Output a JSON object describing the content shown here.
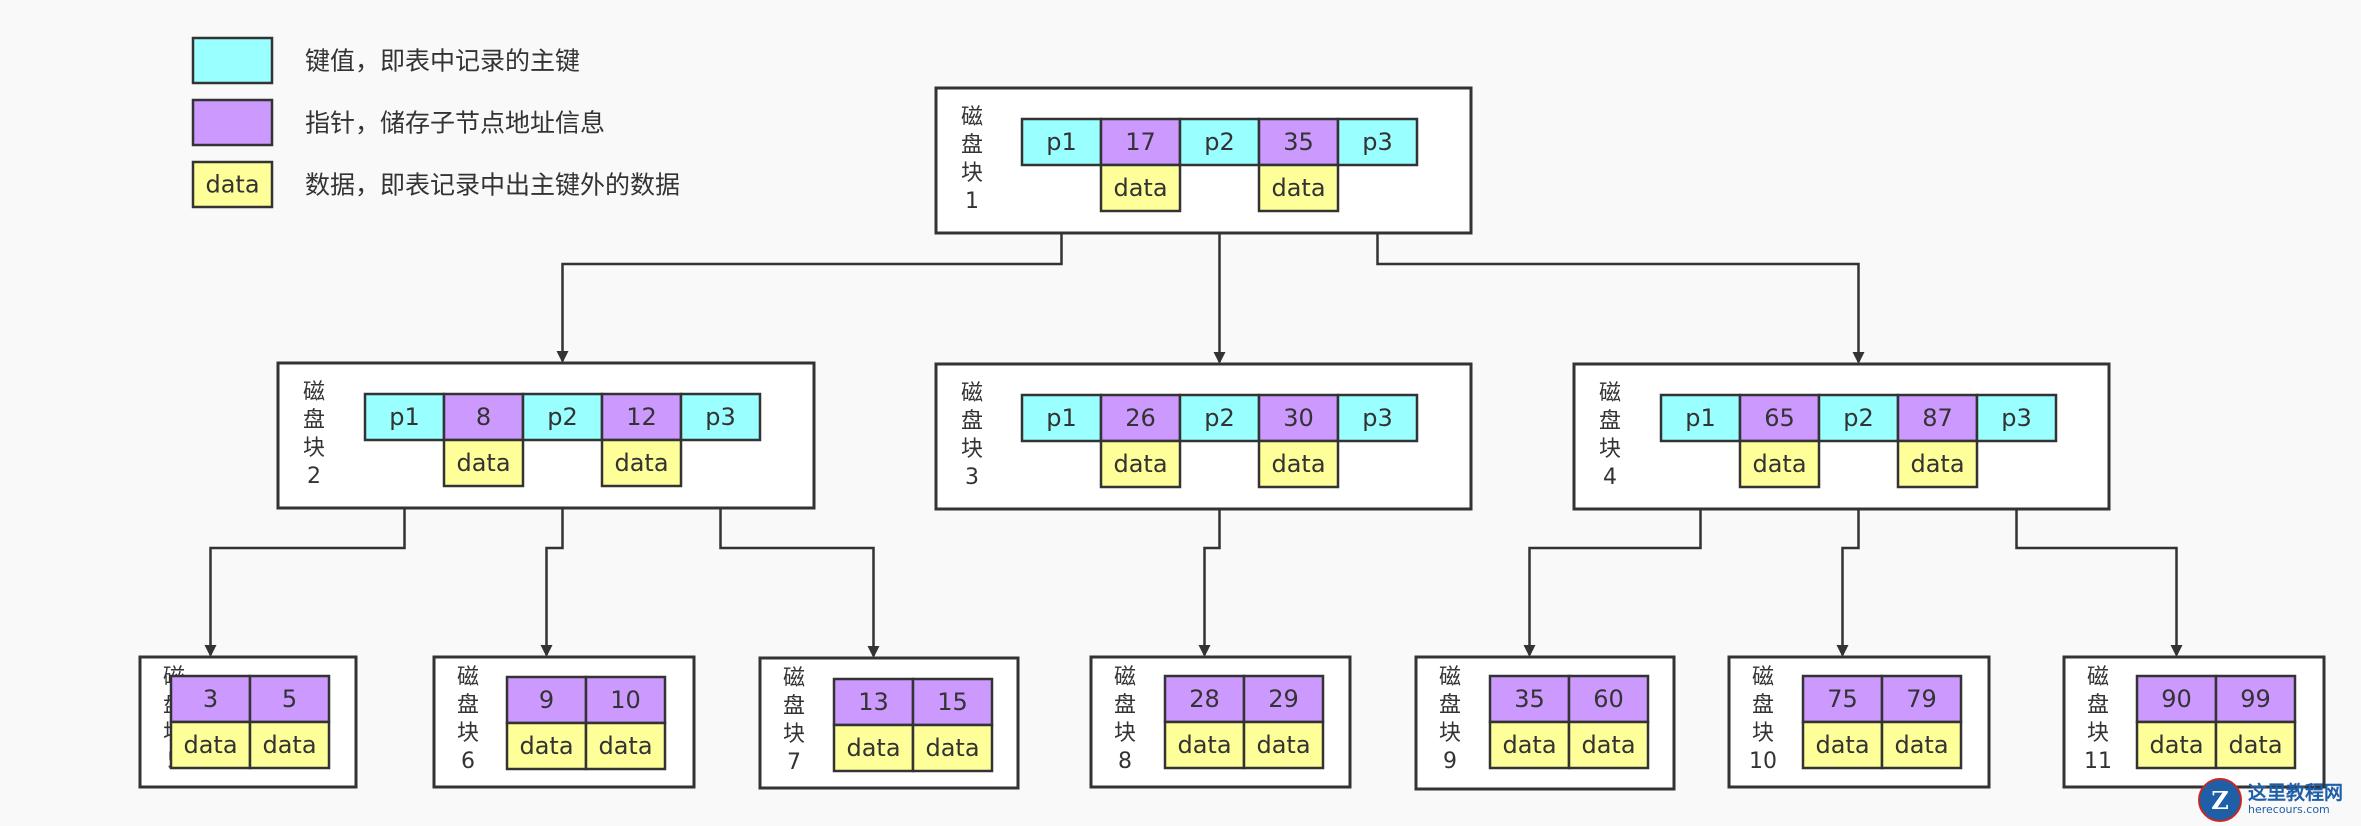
{
  "colors": {
    "key": "#99ffff",
    "pointer": "#cc99ff",
    "data": "#ffff99",
    "border": "#333333",
    "block_border": "#333333",
    "block_fill": "#ffffff",
    "text": "#333333"
  },
  "legend": [
    {
      "kind": "key",
      "swatch_text": "",
      "text": "键值，即表中记录的主键"
    },
    {
      "kind": "pointer",
      "swatch_text": "",
      "text": "指针，储存子节点地址信息"
    },
    {
      "kind": "data",
      "swatch_text": "data",
      "text": "数据，即表记录中出主键外的数据"
    }
  ],
  "internal_nodes": [
    {
      "id": "b1",
      "label": [
        "磁",
        "盘",
        "块",
        "1"
      ],
      "row1": [
        "p1",
        "17",
        "p2",
        "35",
        "p3"
      ],
      "data_label": "data"
    },
    {
      "id": "b2",
      "label": [
        "磁",
        "盘",
        "块",
        "2"
      ],
      "row1": [
        "p1",
        "8",
        "p2",
        "12",
        "p3"
      ],
      "data_label": "data"
    },
    {
      "id": "b3",
      "label": [
        "磁",
        "盘",
        "块",
        "3"
      ],
      "row1": [
        "p1",
        "26",
        "p2",
        "30",
        "p3"
      ],
      "data_label": "data"
    },
    {
      "id": "b4",
      "label": [
        "磁",
        "盘",
        "块",
        "4"
      ],
      "row1": [
        "p1",
        "65",
        "p2",
        "87",
        "p3"
      ],
      "data_label": "data"
    }
  ],
  "leaf_nodes": [
    {
      "id": "b5",
      "label": [
        "磁",
        "盘",
        "块",
        "5"
      ],
      "keys": [
        "3",
        "5"
      ],
      "data": [
        "data",
        "data"
      ]
    },
    {
      "id": "b6",
      "label": [
        "磁",
        "盘",
        "块",
        "6"
      ],
      "keys": [
        "9",
        "10"
      ],
      "data": [
        "data",
        "data"
      ]
    },
    {
      "id": "b7",
      "label": [
        "磁",
        "盘",
        "块",
        "7"
      ],
      "keys": [
        "13",
        "15"
      ],
      "data": [
        "data",
        "data"
      ]
    },
    {
      "id": "b8",
      "label": [
        "磁",
        "盘",
        "块",
        "8"
      ],
      "keys": [
        "28",
        "29"
      ],
      "data": [
        "data",
        "data"
      ]
    },
    {
      "id": "b9",
      "label": [
        "磁",
        "盘",
        "块",
        "9"
      ],
      "keys": [
        "35",
        "60"
      ],
      "data": [
        "data",
        "data"
      ]
    },
    {
      "id": "b10",
      "label": [
        "磁",
        "盘",
        "块",
        "10"
      ],
      "keys": [
        "75",
        "79"
      ],
      "data": [
        "data",
        "data"
      ]
    },
    {
      "id": "b11",
      "label": [
        "磁",
        "盘",
        "块",
        "11"
      ],
      "keys": [
        "90",
        "99"
      ],
      "data": [
        "data",
        "data"
      ]
    }
  ],
  "edges": [
    {
      "from": "b1",
      "pointer": "p1",
      "to": "b2"
    },
    {
      "from": "b1",
      "pointer": "p2",
      "to": "b3"
    },
    {
      "from": "b1",
      "pointer": "p3",
      "to": "b4"
    },
    {
      "from": "b2",
      "pointer": "p1",
      "to": "b5"
    },
    {
      "from": "b2",
      "pointer": "p2",
      "to": "b6"
    },
    {
      "from": "b2",
      "pointer": "p3",
      "to": "b7"
    },
    {
      "from": "b3",
      "pointer": "p2",
      "to": "b8"
    },
    {
      "from": "b4",
      "pointer": "p1",
      "to": "b9"
    },
    {
      "from": "b4",
      "pointer": "p2",
      "to": "b10"
    },
    {
      "from": "b4",
      "pointer": "p3",
      "to": "b11"
    }
  ],
  "watermark": {
    "logo_letter": "Z",
    "title": "这里教程网",
    "url": "herecours.com"
  }
}
